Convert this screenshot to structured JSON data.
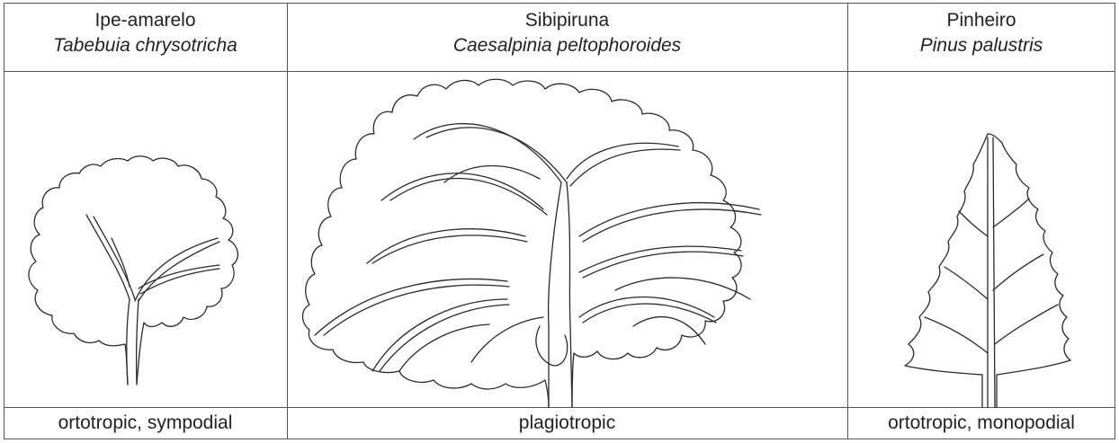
{
  "columns": [
    {
      "common_name": "Ipe-amarelo",
      "species": "Tabebuia chrysotricha",
      "growth": "ortotropic, sympodial"
    },
    {
      "common_name": "Sibipiruna",
      "species": "Caesalpinia peltophoroides",
      "growth": "plagiotropic"
    },
    {
      "common_name": "Pinheiro",
      "species": "Pinus palustris",
      "growth": "ortotropic, monopodial"
    }
  ],
  "line_color": "#2a2a2a"
}
